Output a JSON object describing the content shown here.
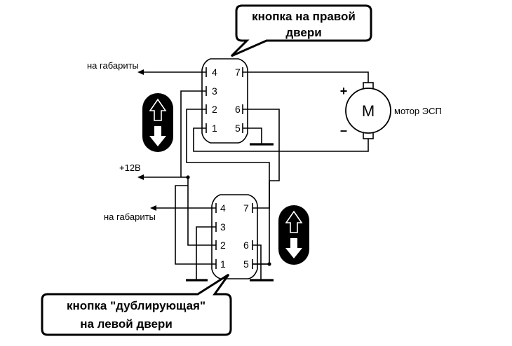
{
  "callouts": {
    "right_door": [
      "кнопка на правой",
      "двери"
    ],
    "left_door": [
      "кнопка \"дублирующая\"",
      "на левой двери"
    ]
  },
  "labels": {
    "parking_lights_top": "на габариты",
    "parking_lights_bottom": "на габариты",
    "power": "+12В",
    "motor_letter": "М",
    "motor_name": "мотор ЭСП",
    "motor_plus": "+",
    "motor_minus": "–"
  },
  "switch_right": {
    "pins_left": [
      "4",
      "3",
      "2",
      "1"
    ],
    "pins_right": [
      "7",
      "6",
      "5"
    ]
  },
  "switch_left": {
    "pins_left": [
      "4",
      "3",
      "2",
      "1"
    ],
    "pins_right": [
      "7",
      "6",
      "5"
    ]
  },
  "colors": {
    "line": "#000000",
    "badge": "#000000",
    "arrow": "#ffffff"
  }
}
